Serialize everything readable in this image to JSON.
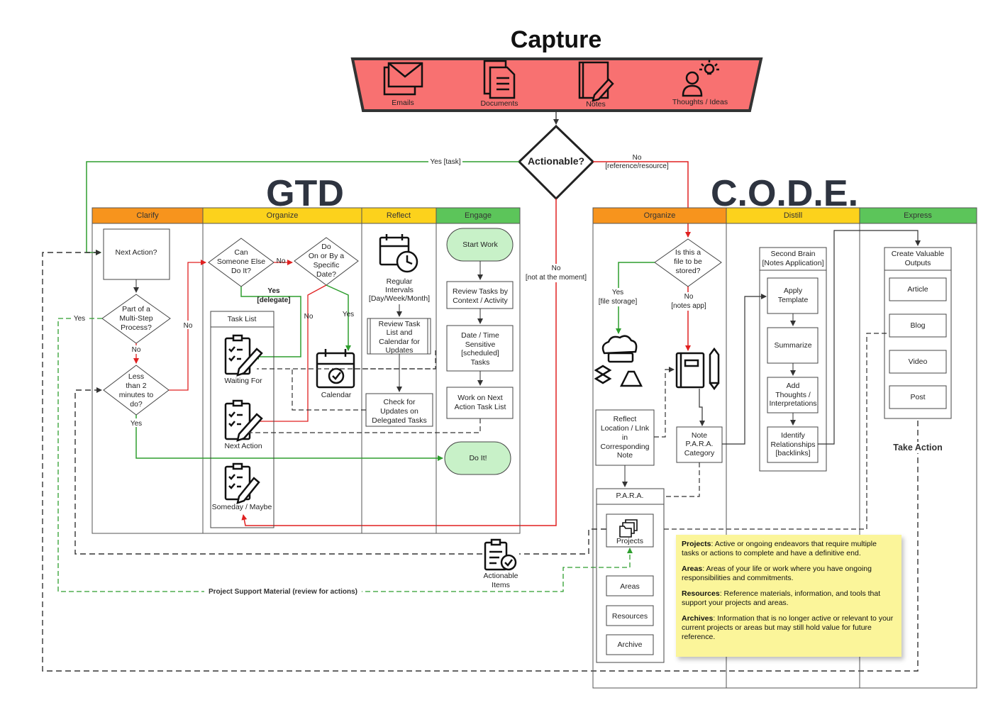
{
  "capture": {
    "title": "Capture",
    "sources": [
      {
        "icon": "email-icon",
        "label": "Emails"
      },
      {
        "icon": "documents-icon",
        "label": "Documents"
      },
      {
        "icon": "notes-icon",
        "label": "Notes"
      },
      {
        "icon": "thoughts-ideas-icon",
        "label": "Thoughts / Ideas"
      }
    ]
  },
  "decision": {
    "label": "Actionable?",
    "yes_label": "Yes [task]",
    "no_ref_label_1": "No",
    "no_ref_label_2": "[reference/resource]",
    "no_moment_label_1": "No",
    "no_moment_label_2": "[not at the moment]"
  },
  "gtd": {
    "title": "GTD",
    "lanes": [
      "Clarify",
      "Organize",
      "Reflect",
      "Engage"
    ],
    "next_action": "Next Action?",
    "multi_step": [
      "Part of a",
      "Multi-Step",
      "Process?"
    ],
    "multi_yes": "Yes",
    "multi_no": "No",
    "less_2min": [
      "Less",
      "than 2",
      "minutes to",
      "do?"
    ],
    "less_no": "No",
    "less_yes": "Yes",
    "someone_else": [
      "Can",
      "Someone Else",
      "Do It?"
    ],
    "someone_no": "No",
    "someone_yes_1": "Yes",
    "someone_yes_2": "[delegate]",
    "specific_date": [
      "Do",
      "On or By a",
      "Specific",
      "Date?"
    ],
    "date_no": "No",
    "date_yes": "Yes",
    "task_list_title": "Task List",
    "waiting_for": "Waiting For",
    "next_action_list": "Next Action",
    "someday_maybe": "Someday / Maybe",
    "calendar": "Calendar",
    "regular_intervals": [
      "Regular",
      "Intervals",
      "[Day/Week/Month]"
    ],
    "review_task_list": [
      "Review Task",
      "List and",
      "Calendar for",
      "Updates"
    ],
    "check_updates": [
      "Check for",
      "Updates on",
      "Delegated Tasks"
    ],
    "start_work": "Start Work",
    "review_context": [
      "Review Tasks by",
      "Context / Activity"
    ],
    "date_time": [
      "Date / Time",
      "Sensitive",
      "[scheduled]",
      "Tasks"
    ],
    "work_next": [
      "Work on Next",
      "Action Task List"
    ],
    "do_it": "Do It!",
    "actionable_items": [
      "Actionable",
      "Items"
    ],
    "project_support": "Project Support Material (review for actions)"
  },
  "code": {
    "title": "C.O.D.E.",
    "lanes": [
      "Organize",
      "Distill",
      "Express"
    ],
    "is_file_stored": [
      "Is this a",
      "file to be",
      "stored?"
    ],
    "file_yes_1": "Yes",
    "file_yes_2": "[file storage]",
    "file_no_1": "No",
    "file_no_2": "[notes app]",
    "reflect_location": [
      "Reflect",
      "Location / LInk",
      "in",
      "Corresponding",
      "Note"
    ],
    "note_para": [
      "Note",
      "P.A.R.A.",
      "Category"
    ],
    "para_title": "P.A.R.A.",
    "para_items": [
      "Projects",
      "Areas",
      "Resources",
      "Archive"
    ],
    "second_brain": [
      "Second Brain",
      "[Notes Application]"
    ],
    "apply_template": [
      "Apply",
      "Template"
    ],
    "summarize": "Summarize",
    "add_thoughts": [
      "Add",
      "Thoughts /",
      "Interpretations"
    ],
    "identify_relationships": [
      "Identify",
      "Relationships",
      "[backlinks]"
    ],
    "create_outputs": [
      "Create Valuable",
      "Outputs"
    ],
    "outputs": [
      "Article",
      "Blog",
      "Video",
      "Post"
    ],
    "take_action": "Take Action"
  },
  "para_note": {
    "projects_term": "Projects",
    "projects_text": ": Active or ongoing endeavors that require multiple tasks or actions to complete and have a definitive end.",
    "areas_term": "Areas",
    "areas_text": ": Areas of your life or work where you have ongoing responsibilities and commitments.",
    "resources_term": "Resources",
    "resources_text": ": Reference materials, information, and tools that support your projects and areas.",
    "archives_term": "Archives",
    "archives_text": ": Information that is no longer active or relevant to your current projects or areas but may still hold value for future reference."
  },
  "colors": {
    "capture_band": "#f87171",
    "lane_orange": "#f7941d",
    "lane_yellow": "#fcd21c",
    "lane_green": "#5cc55a",
    "arrow_red": "#e02020",
    "arrow_green": "#2e9e2e",
    "pill_green": "#c8f1c8",
    "note_yellow": "#fbf59a"
  }
}
